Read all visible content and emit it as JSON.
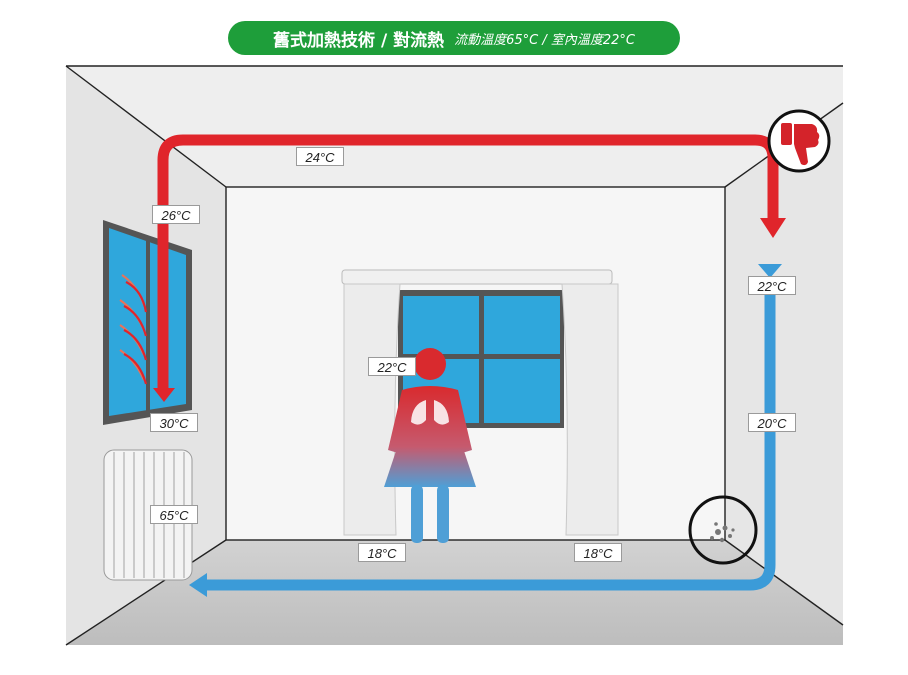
{
  "banner": {
    "title": "舊式加熱技術 / 對流熱",
    "subtitle": "流動溫度65°C / 室內溫度22°C",
    "color": "#1e9e3a"
  },
  "labels": {
    "ceiling": "24°C",
    "wall_top_left": "26°C",
    "window_bottom": "30°C",
    "radiator": "65°C",
    "person_head": "22°C",
    "floor_left": "18°C",
    "floor_right": "18°C",
    "right_top": "22°C",
    "right_middle": "20°C"
  },
  "icons": {
    "verdict": "thumbs-down-icon",
    "corner": "mold-icon"
  },
  "colors": {
    "hot": "#e0252b",
    "cold": "#3b9bd8",
    "window_glass": "#2fa7dc"
  }
}
